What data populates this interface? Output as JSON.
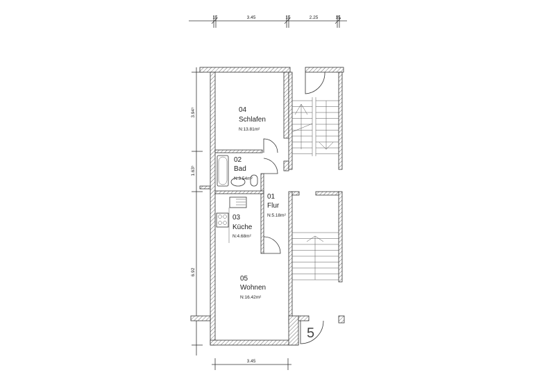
{
  "dimensions": {
    "top": [
      "15",
      "3.45",
      "15",
      "2.25",
      "15"
    ],
    "left": [
      "3.94⁵",
      "1.63⁵",
      "6.92"
    ],
    "bottom": "3.45"
  },
  "rooms": [
    {
      "number": "04",
      "name": "Schlafen",
      "area": "N:13.81m²"
    },
    {
      "number": "02",
      "name": "Bad",
      "area": "N:3.54m²"
    },
    {
      "number": "01",
      "name": "Flur",
      "area": "N:5.18m²"
    },
    {
      "number": "03",
      "name": "Küche",
      "area": "N:4.68m²"
    },
    {
      "number": "05",
      "name": "Wohnen",
      "area": "N:16.42m²"
    }
  ],
  "stair_marker": "5"
}
